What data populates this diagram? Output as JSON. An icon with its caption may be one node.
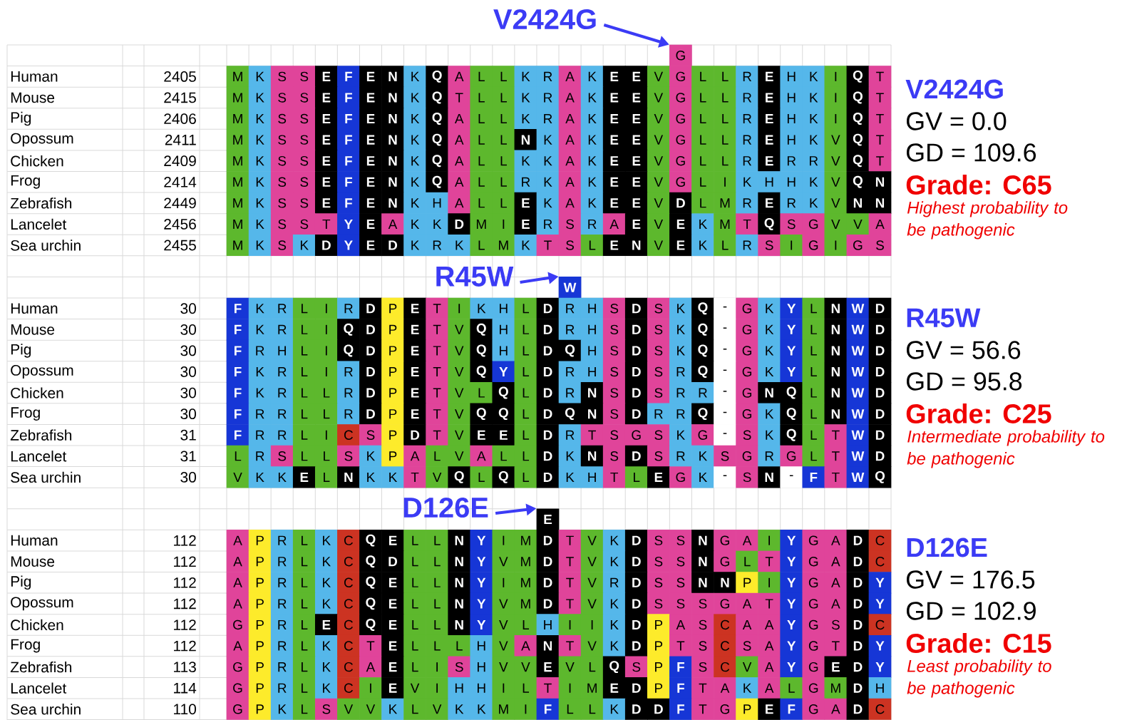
{
  "diagram": {
    "nodes": [
      {
        "text": [
          "V2424G"
        ]
      },
      {
        "text": [
          "G"
        ]
      },
      {
        "text": [
          "R45W"
        ]
      },
      {
        "text": [
          "W"
        ]
      },
      {
        "text": [
          "D126E"
        ]
      },
      {
        "text": [
          "E"
        ]
      }
    ],
    "edges": [
      {
        "from": 0,
        "to": 1,
        "arrow": "to"
      },
      {
        "from": 2,
        "to": 3,
        "arrow": "to"
      },
      {
        "from": 4,
        "to": 5,
        "arrow": "to"
      }
    ],
    "labels": [
      "Human",
      "2405",
      "M",
      "K",
      "S",
      "S",
      "E",
      "F",
      "E",
      "N",
      "K",
      "Q",
      "A",
      "L",
      "L",
      "K",
      "R",
      "A",
      "K",
      "E",
      "E",
      "V",
      "G",
      "L",
      "L",
      "R",
      "E",
      "H",
      "K",
      "I",
      "Q",
      "T",
      "Mouse",
      "2415",
      "M",
      "K",
      "S",
      "S",
      "E",
      "F",
      "E",
      "N",
      "K",
      "Q",
      "T",
      "L",
      "L",
      "K",
      "R",
      "A",
      "K",
      "E",
      "E",
      "V",
      "G",
      "L",
      "L",
      "R",
      "E",
      "H",
      "K",
      "I",
      "Q",
      "T",
      "Pig",
      "2406",
      "M",
      "K",
      "S",
      "S",
      "E",
      "F",
      "E",
      "N",
      "K",
      "Q",
      "A",
      "L",
      "L",
      "K",
      "R",
      "A",
      "K",
      "E",
      "E",
      "V",
      "G",
      "L",
      "L",
      "R",
      "E",
      "H",
      "K",
      "I",
      "Q",
      "T",
      "Opossum",
      "2411",
      "M",
      "K",
      "S",
      "S",
      "E",
      "F",
      "E",
      "N",
      "K",
      "Q",
      "A",
      "L",
      "L",
      "N",
      "K",
      "A",
      "K",
      "E",
      "E",
      "V",
      "G",
      "L",
      "L",
      "R",
      "E",
      "H",
      "K",
      "V",
      "Q",
      "T",
      "Chicken",
      "2409",
      "M",
      "K",
      "S",
      "S",
      "E",
      "F",
      "E",
      "N",
      "K",
      "Q",
      "A",
      "L",
      "L",
      "K",
      "K",
      "A",
      "K",
      "E",
      "E",
      "V",
      "G",
      "L",
      "L",
      "R",
      "E",
      "R",
      "R",
      "V",
      "Q",
      "T",
      "Frog",
      "2414",
      "M",
      "K",
      "S",
      "S",
      "E",
      "F",
      "E",
      "N",
      "K",
      "Q",
      "A",
      "L",
      "L",
      "R",
      "K",
      "A",
      "K",
      "E",
      "E",
      "V",
      "G",
      "L",
      "I",
      "K",
      "H",
      "H",
      "K",
      "V",
      "Q",
      "N",
      "Zebrafish",
      "2449",
      "M",
      "K",
      "S",
      "S",
      "E",
      "F",
      "E",
      "N",
      "K",
      "H",
      "A",
      "L",
      "L",
      "E",
      "K",
      "A",
      "K",
      "E",
      "E",
      "V",
      "D",
      "L",
      "M",
      "R",
      "E",
      "R",
      "K",
      "V",
      "N",
      "N",
      "Lancelet",
      "2456",
      "M",
      "K",
      "S",
      "S",
      "T",
      "Y",
      "E",
      "A",
      "K",
      "K",
      "D",
      "M",
      "I",
      "E",
      "R",
      "S",
      "R",
      "A",
      "E",
      "V",
      "E",
      "K",
      "M",
      "T",
      "Q",
      "S",
      "G",
      "V",
      "V",
      "A",
      "Sea urchin",
      "2455",
      "M",
      "K",
      "S",
      "K",
      "D",
      "Y",
      "E",
      "D",
      "K",
      "R",
      "K",
      "L",
      "M",
      "K",
      "T",
      "S",
      "L",
      "E",
      "N",
      "V",
      "E",
      "K",
      "L",
      "R",
      "S",
      "I",
      "G",
      "I",
      "G",
      "S",
      "V2424G",
      "GV = 0.0",
      "GD = 109.6",
      "Grade: C65",
      "Highest probability to be pathogenic",
      "Human",
      "30",
      "F",
      "K",
      "R",
      "L",
      "I",
      "R",
      "D",
      "P",
      "E",
      "T",
      "I",
      "K",
      "H",
      "L",
      "D",
      "R",
      "H",
      "S",
      "D",
      "S",
      "K",
      "Q",
      "-",
      "G",
      "K",
      "Y",
      "L",
      "N",
      "W",
      "D",
      "Mouse",
      "30",
      "F",
      "K",
      "R",
      "L",
      "I",
      "Q",
      "D",
      "P",
      "E",
      "T",
      "V",
      "Q",
      "H",
      "L",
      "D",
      "R",
      "H",
      "S",
      "D",
      "S",
      "K",
      "Q",
      "-",
      "G",
      "K",
      "Y",
      "L",
      "N",
      "W",
      "D",
      "Pig",
      "30",
      "F",
      "R",
      "H",
      "L",
      "I",
      "Q",
      "D",
      "P",
      "E",
      "T",
      "V",
      "Q",
      "H",
      "L",
      "D",
      "Q",
      "H",
      "S",
      "D",
      "S",
      "K",
      "Q",
      "-",
      "G",
      "K",
      "Y",
      "L",
      "N",
      "W",
      "D",
      "Opossum",
      "30",
      "F",
      "K",
      "R",
      "L",
      "I",
      "R",
      "D",
      "P",
      "E",
      "T",
      "V",
      "Q",
      "Y",
      "L",
      "D",
      "R",
      "H",
      "S",
      "D",
      "S",
      "R",
      "Q",
      "-",
      "G",
      "K",
      "Y",
      "L",
      "N",
      "W",
      "D",
      "Chicken",
      "30",
      "F",
      "K",
      "R",
      "L",
      "L",
      "R",
      "D",
      "P",
      "E",
      "T",
      "V",
      "L",
      "Q",
      "L",
      "D",
      "R",
      "N",
      "S",
      "D",
      "S",
      "R",
      "R",
      "-",
      "G",
      "N",
      "Q",
      "L",
      "N",
      "W",
      "D",
      "Frog",
      "30",
      "F",
      "R",
      "R",
      "L",
      "L",
      "R",
      "D",
      "P",
      "E",
      "T",
      "V",
      "Q",
      "Q",
      "L",
      "D",
      "Q",
      "N",
      "S",
      "D",
      "R",
      "R",
      "Q",
      "-",
      "G",
      "K",
      "Q",
      "L",
      "N",
      "W",
      "D",
      "Zebrafish",
      "31",
      "F",
      "R",
      "R",
      "L",
      "I",
      "C",
      "S",
      "P",
      "D",
      "T",
      "V",
      "E",
      "E",
      "L",
      "D",
      "R",
      "T",
      "S",
      "G",
      "S",
      "K",
      "G",
      "-",
      "S",
      "K",
      "Q",
      "L",
      "T",
      "W",
      "D",
      "Lancelet",
      "31",
      "L",
      "R",
      "S",
      "L",
      "L",
      "S",
      "K",
      "P",
      "A",
      "L",
      "V",
      "A",
      "L",
      "L",
      "D",
      "K",
      "N",
      "S",
      "D",
      "S",
      "R",
      "K",
      "S",
      "G",
      "R",
      "G",
      "L",
      "T",
      "W",
      "D",
      "Sea urchin",
      "30",
      "V",
      "K",
      "K",
      "E",
      "L",
      "N",
      "K",
      "K",
      "T",
      "V",
      "Q",
      "L",
      "Q",
      "L",
      "D",
      "K",
      "H",
      "T",
      "L",
      "E",
      "G",
      "K",
      "-",
      "S",
      "N",
      "-",
      "F",
      "T",
      "W",
      "Q",
      "R45W",
      "GV = 56.6",
      "GD = 95.8",
      "Grade: C25",
      "Intermediate probability to be pathogenic",
      "Human",
      "112",
      "A",
      "P",
      "R",
      "L",
      "K",
      "C",
      "Q",
      "E",
      "L",
      "L",
      "N",
      "Y",
      "I",
      "M",
      "D",
      "T",
      "V",
      "K",
      "D",
      "S",
      "S",
      "N",
      "G",
      "A",
      "I",
      "Y",
      "G",
      "A",
      "D",
      "C",
      "Mouse",
      "112",
      "A",
      "P",
      "R",
      "L",
      "K",
      "C",
      "Q",
      "D",
      "L",
      "L",
      "N",
      "Y",
      "V",
      "M",
      "D",
      "T",
      "V",
      "K",
      "D",
      "S",
      "S",
      "N",
      "G",
      "L",
      "T",
      "Y",
      "G",
      "A",
      "D",
      "C",
      "Pig",
      "112",
      "A",
      "P",
      "R",
      "L",
      "K",
      "C",
      "Q",
      "E",
      "L",
      "L",
      "N",
      "Y",
      "I",
      "M",
      "D",
      "T",
      "V",
      "R",
      "D",
      "S",
      "S",
      "N",
      "N",
      "P",
      "I",
      "Y",
      "G",
      "A",
      "D",
      "Y",
      "Opossum",
      "112",
      "A",
      "P",
      "R",
      "L",
      "K",
      "C",
      "Q",
      "E",
      "L",
      "L",
      "N",
      "Y",
      "V",
      "M",
      "D",
      "T",
      "V",
      "K",
      "D",
      "S",
      "S",
      "S",
      "G",
      "A",
      "T",
      "Y",
      "G",
      "A",
      "D",
      "Y",
      "Chicken",
      "112",
      "G",
      "P",
      "R",
      "L",
      "E",
      "C",
      "Q",
      "E",
      "L",
      "L",
      "N",
      "Y",
      "V",
      "L",
      "H",
      "I",
      "I",
      "K",
      "D",
      "P",
      "A",
      "S",
      "C",
      "A",
      "A",
      "Y",
      "G",
      "S",
      "D",
      "C",
      "Frog",
      "112",
      "A",
      "P",
      "R",
      "L",
      "K",
      "C",
      "T",
      "E",
      "L",
      "L",
      "L",
      "H",
      "V",
      "A",
      "N",
      "T",
      "V",
      "K",
      "D",
      "P",
      "T",
      "S",
      "C",
      "S",
      "A",
      "Y",
      "G",
      "T",
      "D",
      "Y",
      "Zebrafish",
      "113",
      "G",
      "P",
      "R",
      "L",
      "K",
      "C",
      "A",
      "E",
      "L",
      "I",
      "S",
      "H",
      "V",
      "V",
      "E",
      "V",
      "L",
      "Q",
      "S",
      "P",
      "F",
      "S",
      "C",
      "V",
      "A",
      "Y",
      "G",
      "E",
      "D",
      "Y",
      "Lancelet",
      "114",
      "G",
      "P",
      "R",
      "L",
      "K",
      "C",
      "I",
      "E",
      "V",
      "I",
      "H",
      "H",
      "I",
      "L",
      "T",
      "I",
      "M",
      "E",
      "D",
      "P",
      "F",
      "T",
      "A",
      "K",
      "A",
      "L",
      "G",
      "M",
      "D",
      "H",
      "Sea urchin",
      "110",
      "G",
      "P",
      "K",
      "L",
      "S",
      "V",
      "V",
      "K",
      "L",
      "V",
      "K",
      "K",
      "M",
      "I",
      "F",
      "L",
      "L",
      "K",
      "D",
      "D",
      "F",
      "T",
      "G",
      "P",
      "E",
      "F",
      "G",
      "A",
      "D",
      "C",
      "D126E",
      "GV = 176.5",
      "GD = 102.9",
      "Grade: C15",
      "Least probability to be pathogenic"
    ]
  }
}
